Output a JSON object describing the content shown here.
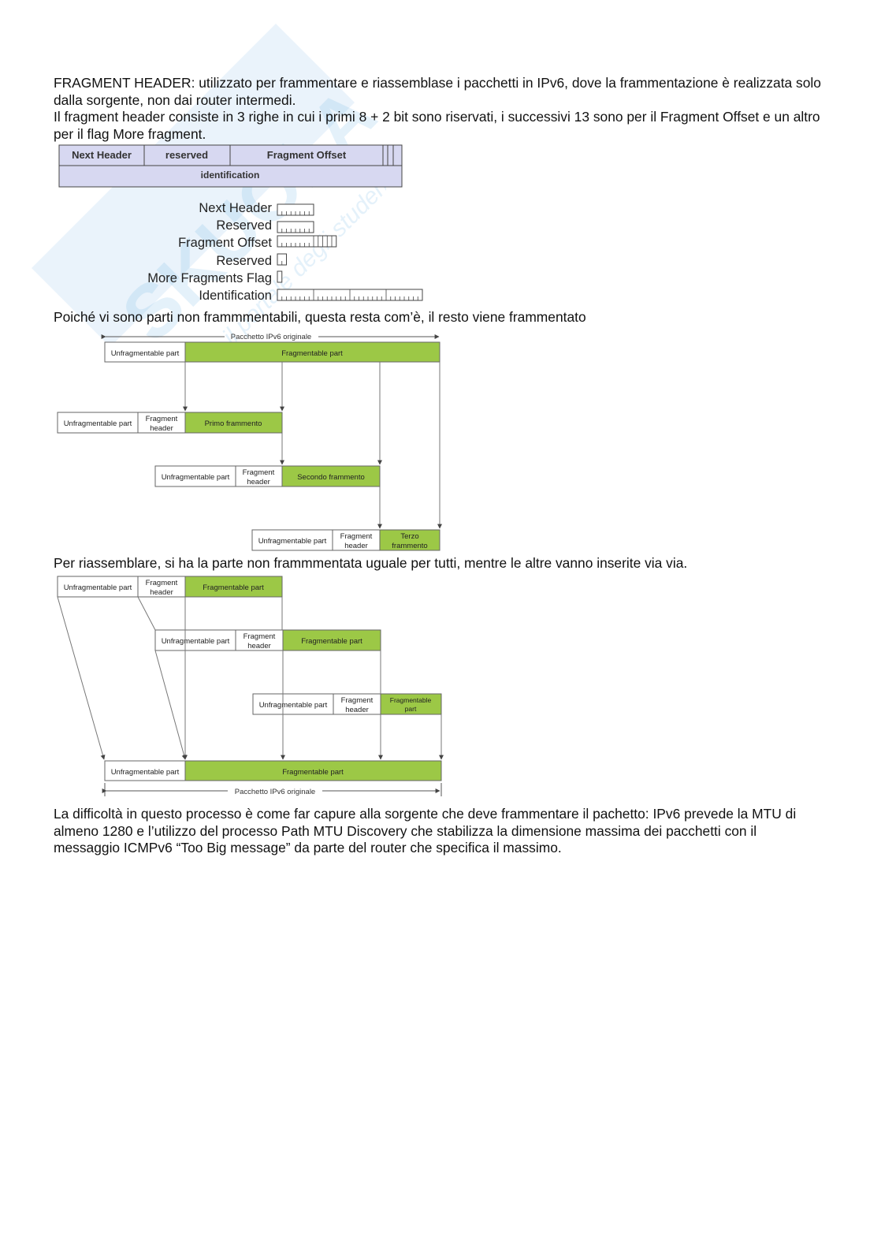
{
  "paragraphs": {
    "p1": [
      "FRAGMENT HEADER: utilizzato per frammentare e riassemblase i pacchetti in IPv6, dove la frammentazione è realizzata solo dalla sorgente, non dai router intermedi.",
      "Il fragment header consiste in 3 righe in cui i primi 8 + 2 bit sono riservati, i successivi 13 sono per il Fragment Offset e un altro per il flag More fragment."
    ],
    "p2": "Poiché vi sono parti non frammmentabili, questa resta com’è, il resto viene frammentato",
    "p3": "Per riassemblare, si ha la parte non frammmentata uguale per tutti, mentre le altre vanno inserite via via.",
    "p4": "La difficoltà in questo processo è come far capure alla sorgente che deve frammentare il pachetto: IPv6 prevede la MTU di almeno 1280 e l’utilizzo del processo Path MTU Discovery che stabilizza la dimensione massima dei pacchetti con il messaggio ICMPv6 “Too Big message” da parte del router che specifica il massimo."
  },
  "header_table": {
    "next_header": "Next Header",
    "reserved": "reserved",
    "fragment_offset": "Fragment Offset",
    "identification": "identification"
  },
  "bit_fields": [
    {
      "label": "Next Header",
      "bits": 8
    },
    {
      "label": "Reserved",
      "bits": 8
    },
    {
      "label": "Fragment Offset",
      "bits": 13
    },
    {
      "label": "Reserved",
      "bits": 2
    },
    {
      "label": "More Fragments Flag",
      "bits": 1
    },
    {
      "label": "Identification",
      "bits": 32
    }
  ],
  "fragmentation": {
    "original_label": "Pacchetto IPv6 originale",
    "unfrag": "Unfragmentable part",
    "frag": "Fragmentable part",
    "frag_header_1": "Fragment",
    "frag_header_2": "header",
    "first": "Primo frammento",
    "second": "Secondo frammento",
    "third_1": "Terzo",
    "third_2": "frammento"
  },
  "reassembly": {
    "unfrag": "Unfragmentable part",
    "frag": "Fragmentable part",
    "frag_small_1": "Fragmentable",
    "frag_small_2": "part",
    "frag_header_1": "Fragment",
    "frag_header_2": "header",
    "original_label": "Pacchetto IPv6 originale"
  },
  "colors": {
    "green": "#9cc846",
    "lavender": "#d7d8f1",
    "watermark": "#5aa6e0"
  },
  "watermark_text": "SKUOLA",
  "watermark_sub": "il portale degli studenti"
}
